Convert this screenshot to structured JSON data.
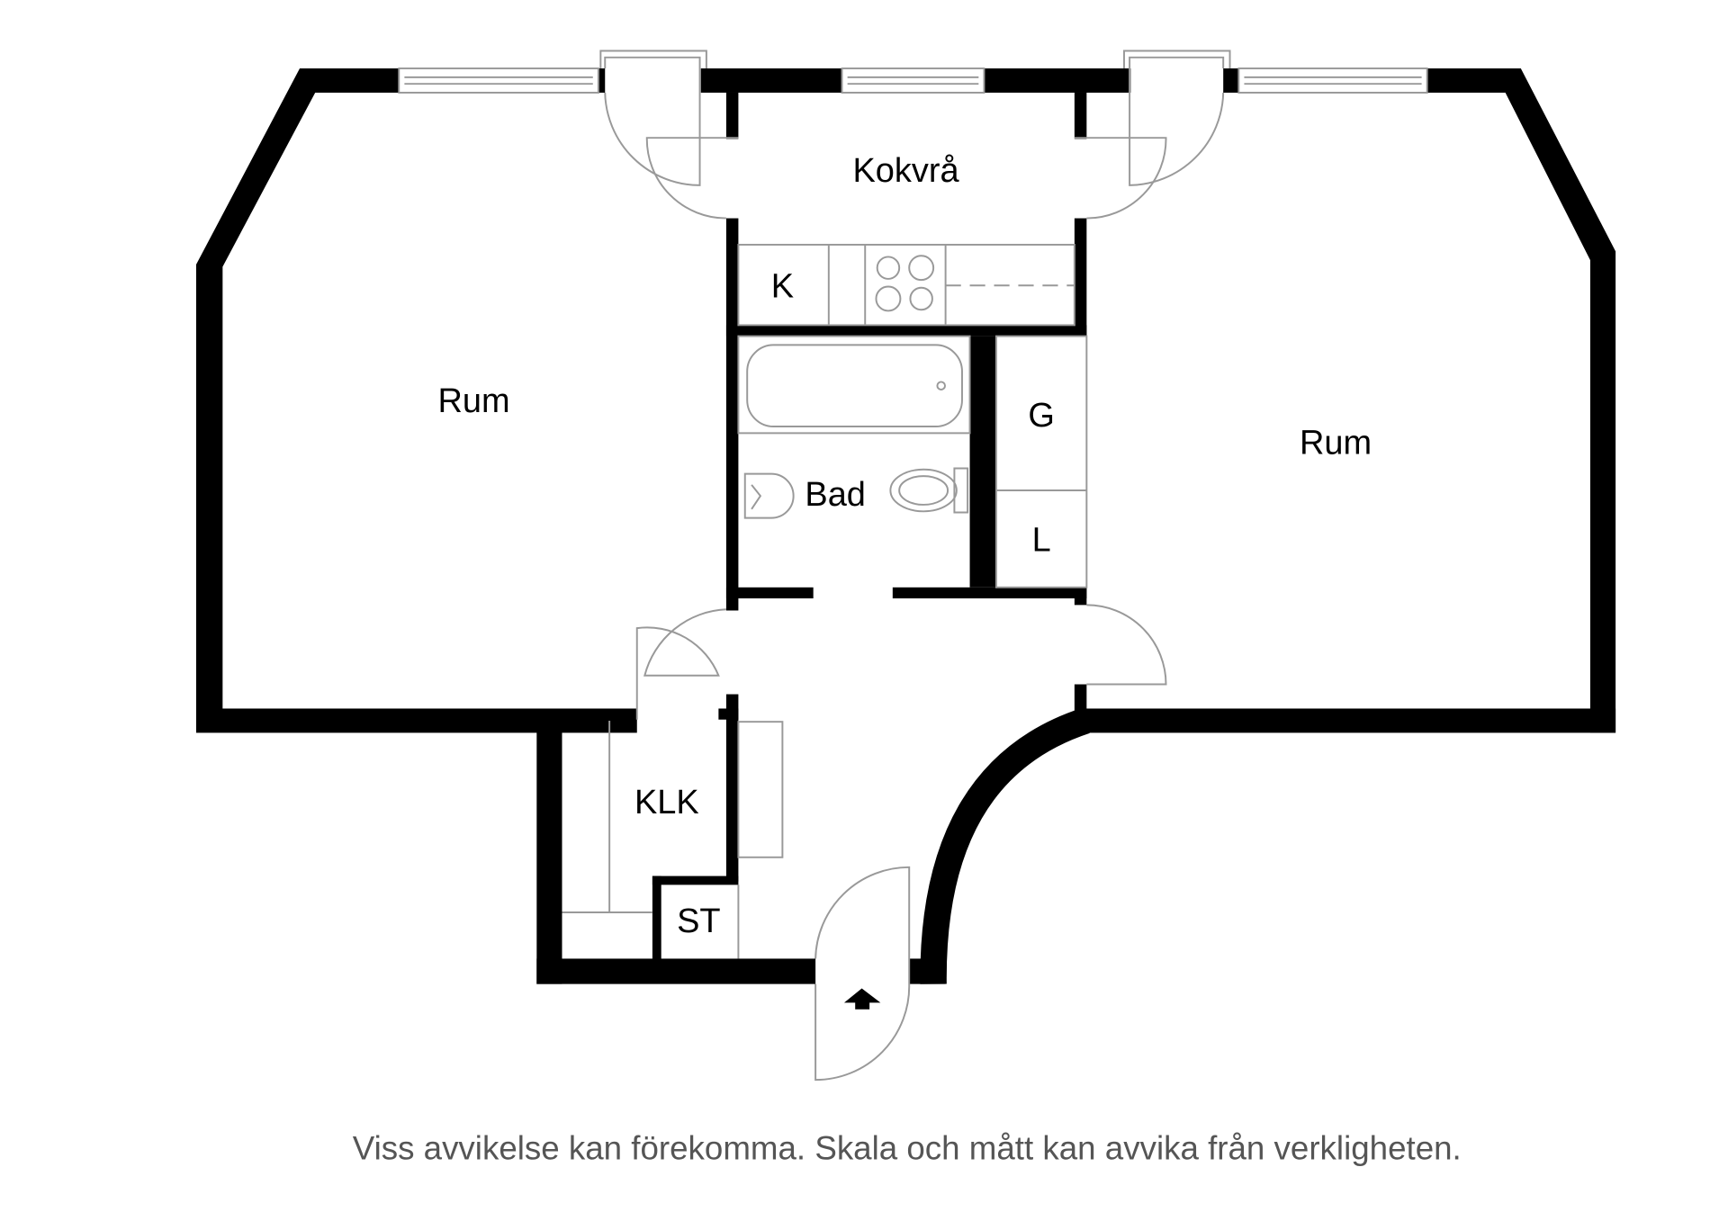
{
  "floorplan": {
    "rooms": {
      "rum_left": "Rum",
      "kokvra": "Kokvrå",
      "k": "K",
      "bad": "Bad",
      "g": "G",
      "l": "L",
      "rum_right": "Rum",
      "klk": "KLK",
      "st": "ST"
    },
    "entrance_icon": "entrance-arrow-icon"
  },
  "footer": {
    "disclaimer": "Viss avvikelse kan förekomma. Skala och mått kan avvika från verkligheten."
  }
}
